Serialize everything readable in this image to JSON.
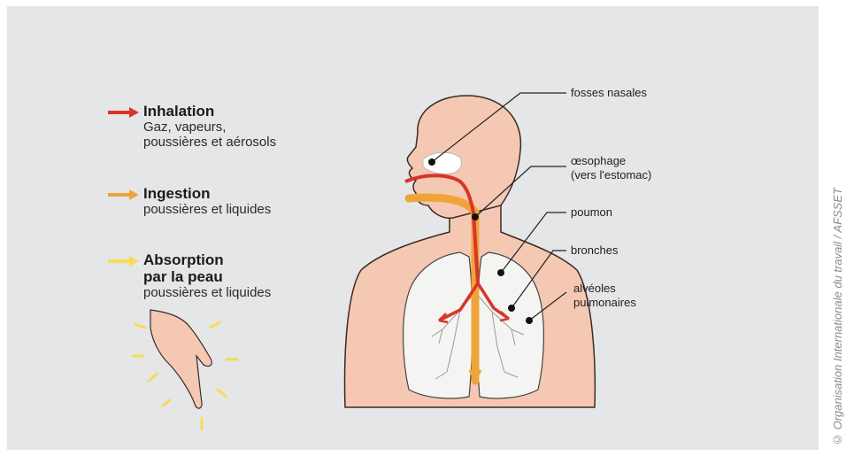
{
  "legend": {
    "inhalation": {
      "title": "Inhalation",
      "line1": "Gaz, vapeurs,",
      "line2": "poussières et aérosols",
      "color": "#d8352a"
    },
    "ingestion": {
      "title": "Ingestion",
      "line1": "poussières et liquides",
      "color": "#f0a33a"
    },
    "absorption": {
      "title_line1": "Absorption",
      "title_line2": "par la peau",
      "line1": "poussières et liquides",
      "color": "#f6dc57"
    }
  },
  "callouts": {
    "fosses_nasales": "fosses nasales",
    "oesophage_line1": "œsophage",
    "oesophage_line2": "(vers l'estomac)",
    "poumon": "poumon",
    "bronches": "bronches",
    "alveoles_line1": "alvéoles",
    "alveoles_line2": "pulmonaires"
  },
  "credit": "© Organisation Internationale du travail / AFSSET",
  "colors": {
    "skin": "#f5c8b3",
    "skin_outline": "#3a2a24",
    "lung": "#f4f4f2",
    "background": "#e5e6e8"
  }
}
